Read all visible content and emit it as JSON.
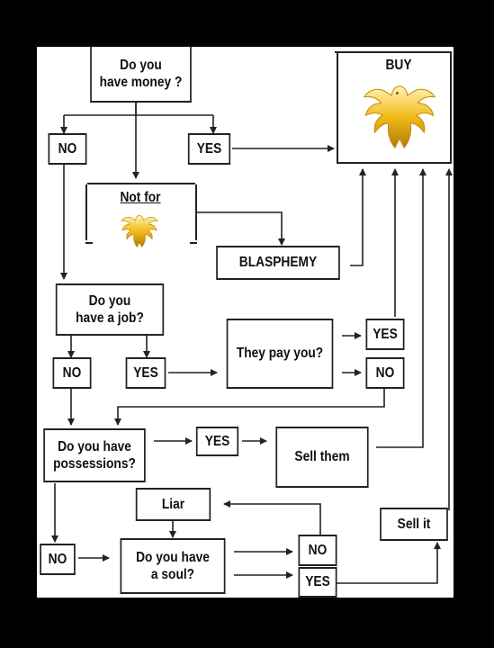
{
  "nodes": {
    "have_money": "Do you\nhave money ?",
    "buy": "BUY",
    "no_money": "NO",
    "yes_money": "YES",
    "not_for": "Not for",
    "blasphemy": "BLASPHEMY",
    "have_job": "Do you\nhave a job?",
    "no_job": "NO",
    "yes_job": "YES",
    "they_pay": "They pay you?",
    "yes_pay": "YES",
    "no_pay": "NO",
    "have_possessions": "Do you have\npossessions?",
    "yes_possessions": "YES",
    "sell_them": "Sell them",
    "liar": "Liar",
    "no_possessions": "NO",
    "have_soul": "Do you have\na soul?",
    "no_soul": "NO",
    "yes_soul": "YES",
    "sell_it": "Sell it"
  },
  "colors": {
    "eagle": "#f2bb1a",
    "line": "#222222",
    "background": "#ffffff"
  },
  "icons": [
    "eagle-icon"
  ]
}
